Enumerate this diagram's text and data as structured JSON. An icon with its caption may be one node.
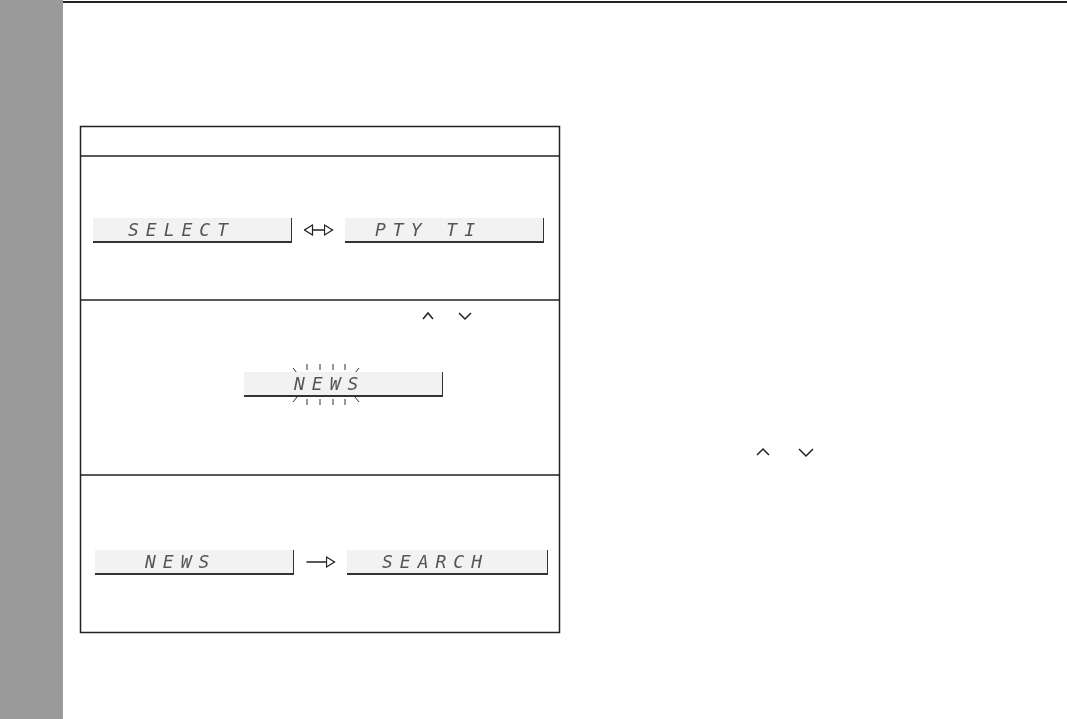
{
  "diagram": {
    "nodes": [
      {
        "text": [
          "SELECT"
        ]
      },
      {
        "text": [
          "PTY TI"
        ]
      },
      {
        "text": [
          "NEWS"
        ]
      },
      {
        "text": [
          "NEWS"
        ]
      },
      {
        "text": [
          "SEARCH"
        ]
      },
      {
        "text": [],
        "shape": "bar"
      }
    ],
    "edges": [
      {
        "from": 0,
        "to": 1,
        "arrow": "both"
      },
      {
        "from": 3,
        "to": 4,
        "arrow": "to"
      }
    ]
  }
}
